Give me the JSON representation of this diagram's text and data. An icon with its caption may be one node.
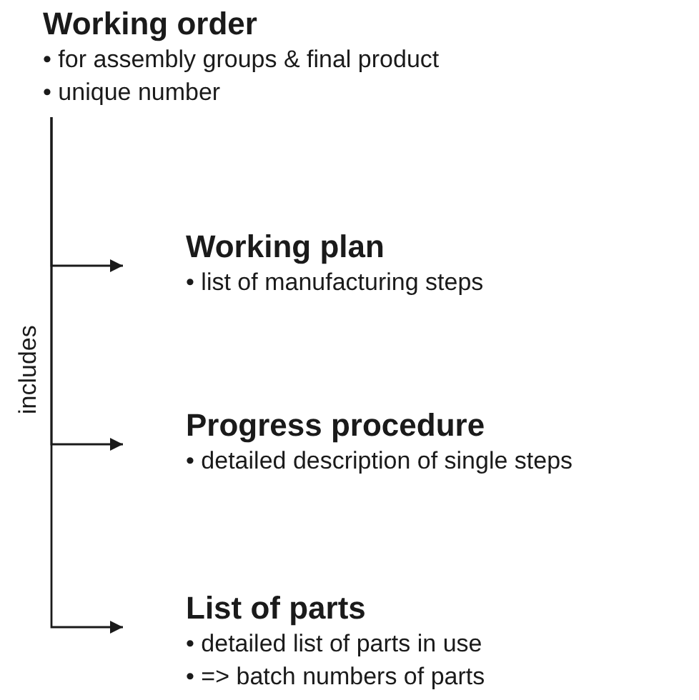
{
  "diagram": {
    "nodes": [
      {
        "text": [
          "Working order",
          "• for assembly groups & final product",
          "• unique number"
        ]
      },
      {
        "text": [
          "Working plan",
          "• list of manufacturing steps"
        ]
      },
      {
        "text": [
          "Progress procedure",
          "• detailed description of single steps"
        ]
      },
      {
        "text": [
          "List of parts",
          "• detailed list of parts in use",
          "• => batch numbers of parts"
        ]
      }
    ],
    "edges": [
      {
        "from": 0,
        "to": 1,
        "arrow": "to"
      },
      {
        "from": 0,
        "to": 2,
        "arrow": "to"
      },
      {
        "from": 0,
        "to": 3,
        "arrow": "to"
      }
    ],
    "labels": [
      "includes"
    ]
  }
}
